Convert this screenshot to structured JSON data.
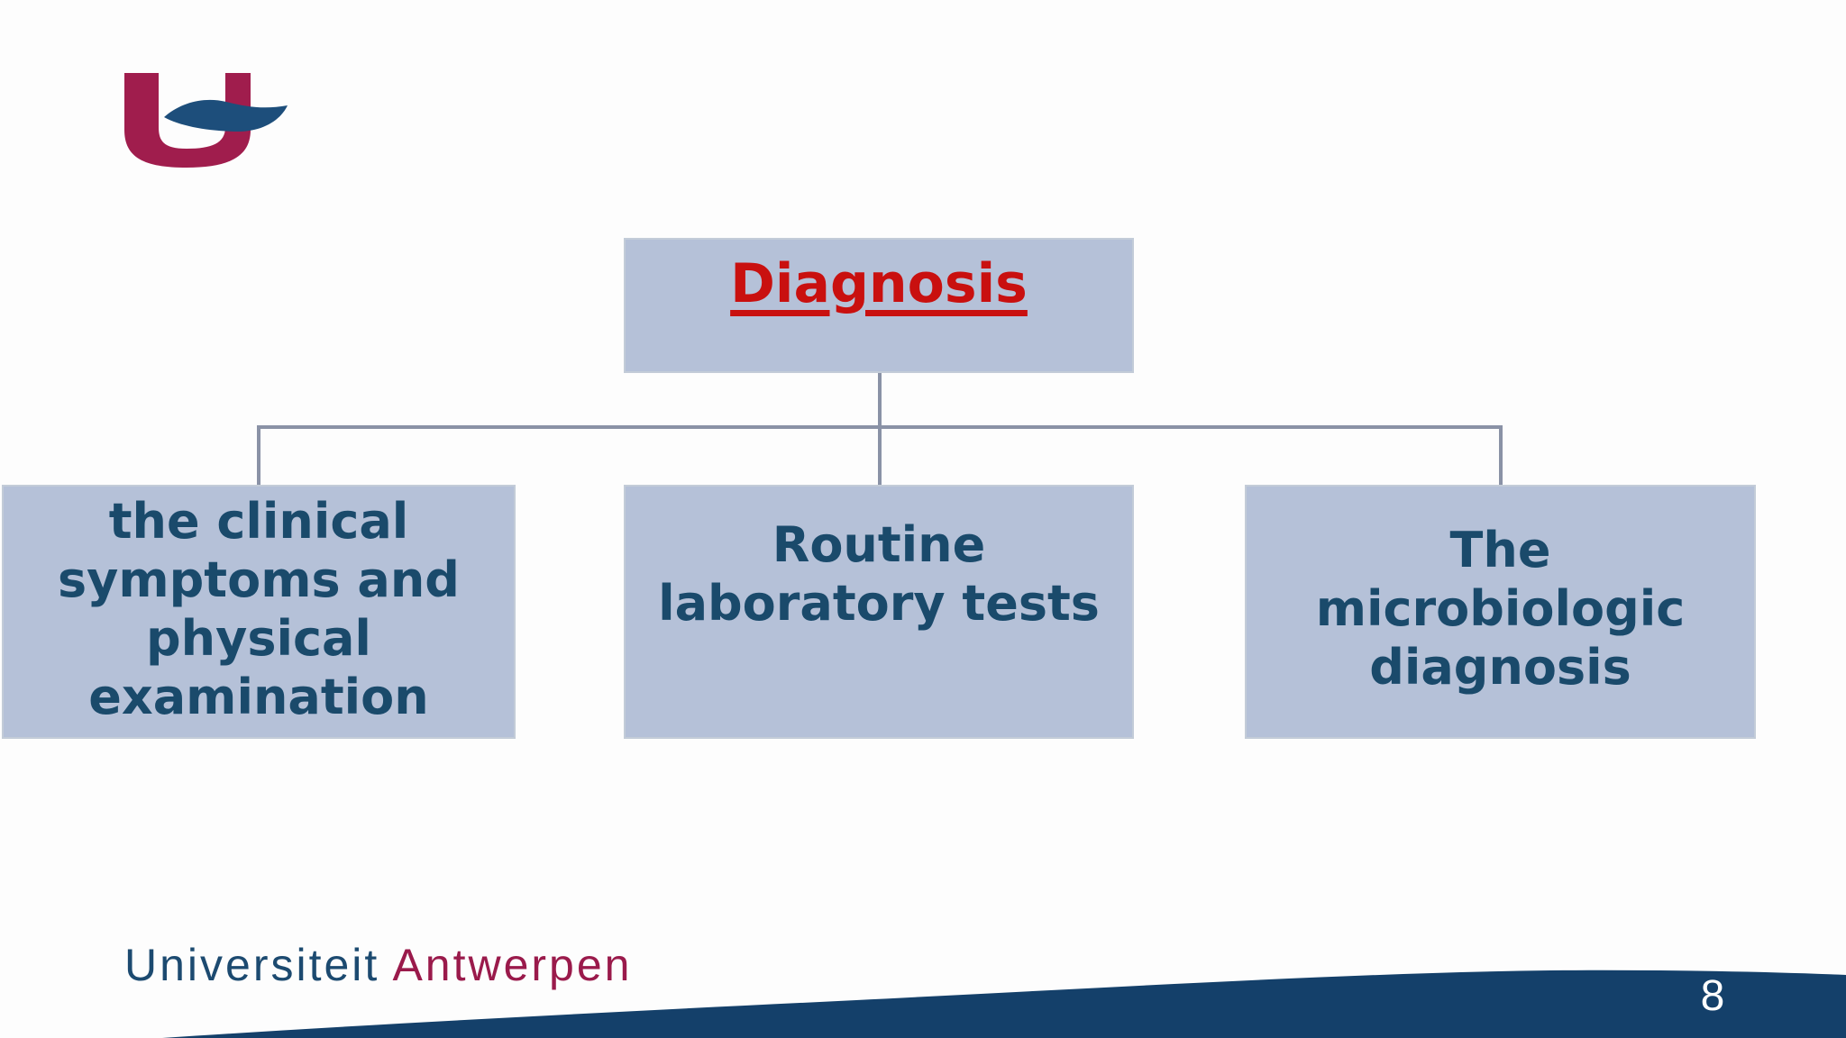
{
  "slide": {
    "background_color": "#fdfdfd"
  },
  "logo": {
    "name": "universiteit-antwerpen-logo",
    "u_color": "#a01d4d",
    "swoosh_color": "#1d4e7b"
  },
  "diagram": {
    "box_fill": "#b5c1d8",
    "box_border": "#c3ccd8",
    "connector_color": "#8a92a6",
    "root": {
      "label": "Diagnosis",
      "text_color": "#c9100f",
      "underlined": true
    },
    "children": [
      {
        "label": "the clinical symptoms and physical examination",
        "lines": [
          "the clinical",
          "symptoms and",
          "physical",
          "examination"
        ]
      },
      {
        "label": "Routine laboratory tests",
        "lines": [
          "Routine",
          "laboratory tests"
        ]
      },
      {
        "label": "The microbiologic diagnosis",
        "lines": [
          "The",
          "microbiologic",
          "diagnosis"
        ]
      }
    ],
    "child_text_color": "#1a4a6b"
  },
  "footer": {
    "wordmark": {
      "universiteit": "Universiteit ",
      "antwerpen": "Antwerpen",
      "universiteit_color": "#1c4a70",
      "antwerpen_color": "#9a1a4b"
    },
    "wave_color": "#14406a",
    "page_number": "8"
  }
}
